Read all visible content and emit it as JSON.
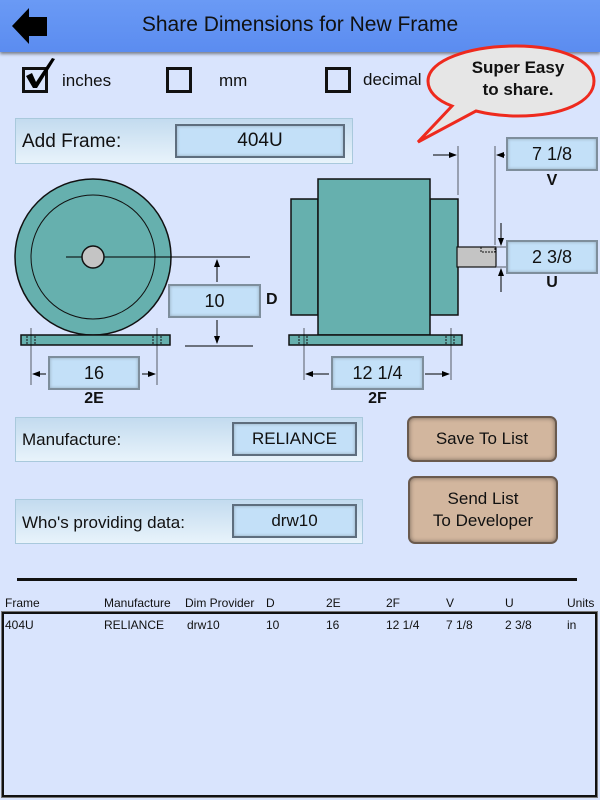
{
  "header": {
    "title": "Share Dimensions for New Frame",
    "back_icon": "back-arrow-icon"
  },
  "units": [
    {
      "label": "inches",
      "checked": true
    },
    {
      "label": "mm",
      "checked": false
    },
    {
      "label": "decimal",
      "checked": false
    }
  ],
  "callout": {
    "line1": "Super Easy",
    "line2": "to share."
  },
  "frame": {
    "label": "Add Frame:",
    "value": "404U"
  },
  "dimensions": {
    "D": {
      "label": "D",
      "value": "10"
    },
    "2E": {
      "label": "2E",
      "value": "16"
    },
    "2F": {
      "label": "2F",
      "value": "12 1/4"
    },
    "V": {
      "label": "V",
      "value": "7 1/8"
    },
    "U": {
      "label": "U",
      "value": "2 3/8"
    }
  },
  "manufacture": {
    "label": "Manufacture:",
    "value": "RELIANCE"
  },
  "provider": {
    "label": "Who's providing data:",
    "value": "drw10"
  },
  "buttons": {
    "save": "Save To List",
    "send_line1": "Send List",
    "send_line2": "To Developer"
  },
  "table": {
    "headers": [
      "Frame",
      "Manufacture",
      "Dim Provider",
      "D",
      "2E",
      "2F",
      "V",
      "U",
      "Units"
    ],
    "rows": [
      [
        "404U",
        "RELIANCE",
        "drw10",
        "10",
        "16",
        "12 1/4",
        "7 1/8",
        "2 3/8",
        "in"
      ]
    ]
  },
  "colors": {
    "header": "#5b8cf0",
    "background": "#d9e4fd",
    "motor": "#66b0ae",
    "field": "#c3e0f8",
    "button": "#d2b69e",
    "callout_border": "#ee2a1e"
  }
}
